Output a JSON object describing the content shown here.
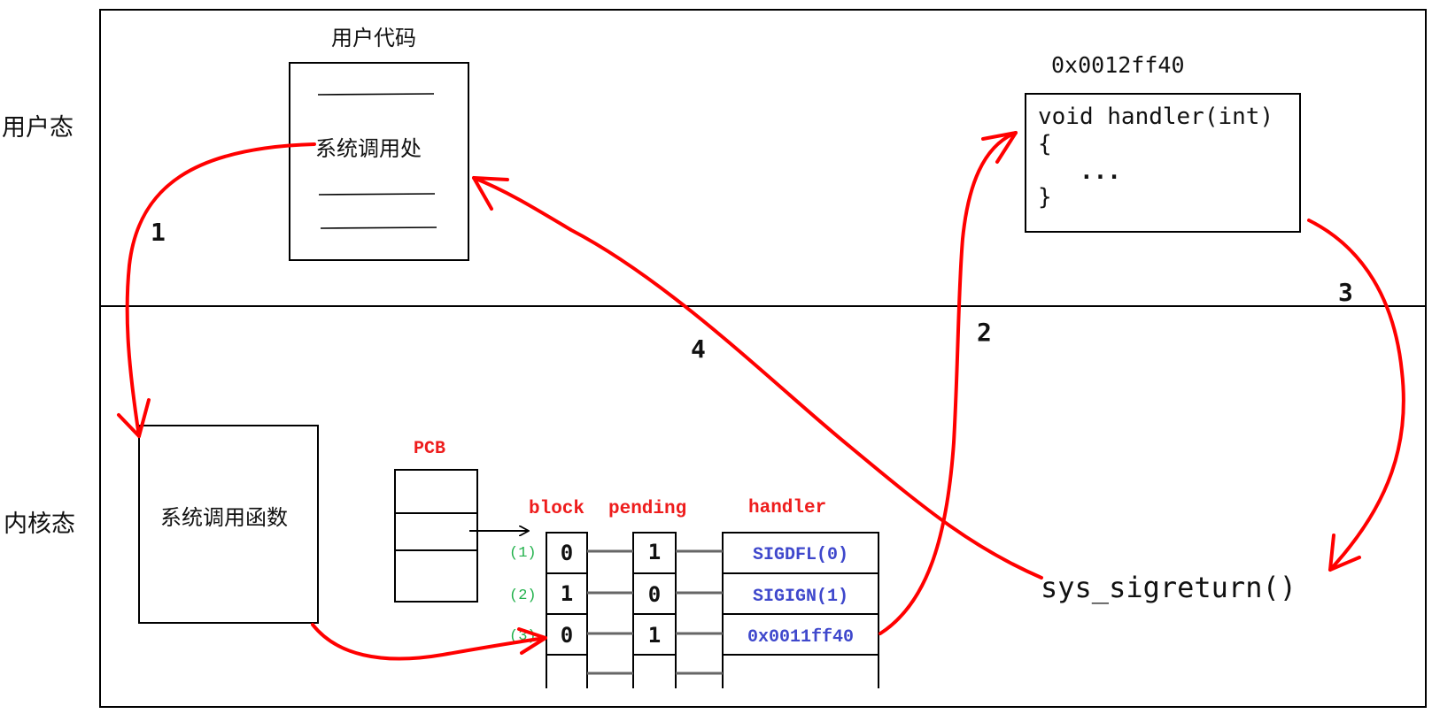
{
  "regions": {
    "user_mode_label": "用户态",
    "kernel_mode_label": "内核态"
  },
  "user_code": {
    "title": "用户代码",
    "syscall_site": "系统调用处"
  },
  "handler_func": {
    "address": "0x0012ff40",
    "lines": [
      "void handler(int)",
      "{",
      "   ...",
      "}"
    ]
  },
  "kernel": {
    "syscall_function": "系统调用函数",
    "sigreturn": "sys_sigreturn()"
  },
  "pcb": {
    "label": "PCB"
  },
  "signal_table": {
    "headers": {
      "block": "block",
      "pending": "pending",
      "handler": "handler"
    },
    "rows": [
      {
        "index": "(1)",
        "block": "0",
        "pending": "1",
        "handler": "SIGDFL(0)"
      },
      {
        "index": "(2)",
        "block": "1",
        "pending": "0",
        "handler": "SIGIGN(1)"
      },
      {
        "index": "(3)",
        "block": "0",
        "pending": "1",
        "handler": "0x0011ff40"
      }
    ]
  },
  "steps": [
    "1",
    "2",
    "3",
    "4"
  ],
  "colors": {
    "flow_arrow": "#ff0000",
    "step_number": "#9b4dab",
    "header_text": "#ee1c1c",
    "handler_text": "#3f48cc",
    "index_text": "#22b14c"
  }
}
